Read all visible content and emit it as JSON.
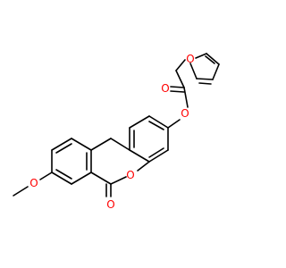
{
  "molecule": {
    "atom_labels": [
      {
        "id": "o_furan",
        "text": "O"
      },
      {
        "id": "o_carbonyl_ester",
        "text": "O"
      },
      {
        "id": "o_ester",
        "text": "O"
      },
      {
        "id": "o_lactone_ring",
        "text": "O"
      },
      {
        "id": "o_lactone_carbonyl",
        "text": "O"
      },
      {
        "id": "o_methoxy",
        "text": "O"
      }
    ],
    "colors": {
      "bond": "#000000",
      "oxygen": "#ff0000",
      "background": "#ffffff"
    }
  }
}
